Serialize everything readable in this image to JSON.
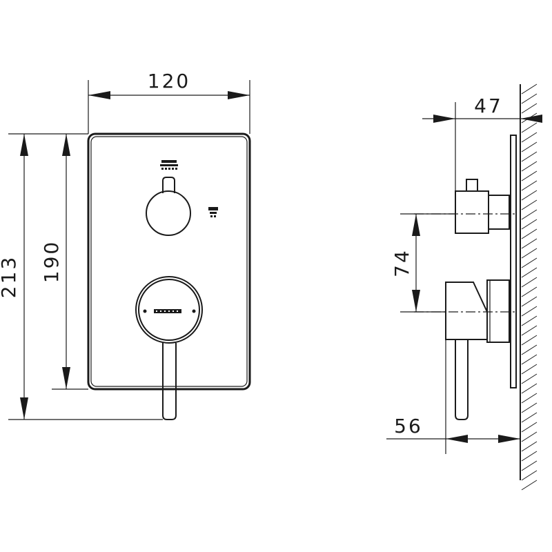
{
  "dimensions": {
    "width": "120",
    "height_outer": "213",
    "height_plate": "190",
    "depth_top": "47",
    "spacing": "74",
    "depth_bottom": "56"
  },
  "icons": {
    "overhead_shower": "shower-head-icon",
    "hand_shower": "hand-shower-icon",
    "brand": "brand-logo"
  },
  "colors": {
    "line": "#1a1a1a",
    "background": "#ffffff"
  }
}
